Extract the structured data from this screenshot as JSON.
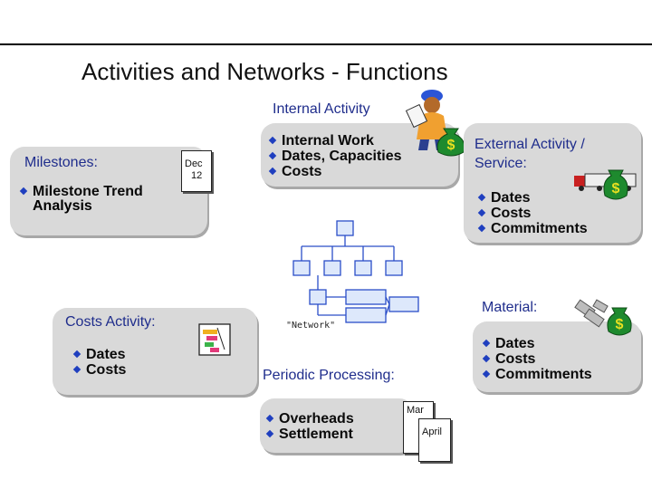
{
  "title": "Activities and Networks - Functions",
  "internal_activity": {
    "label": "Internal Activity",
    "items": [
      "Internal Work",
      "Dates, Capacities",
      "Costs"
    ]
  },
  "milestones": {
    "label": "Milestones:",
    "items": [
      "Milestone Trend",
      "Analysis"
    ],
    "calendar_month": "Dec",
    "calendar_day": "12"
  },
  "external_activity": {
    "label_line1": "External Activity /",
    "label_line2": "Service:",
    "items": [
      "Dates",
      "Costs",
      "Commitments"
    ]
  },
  "material": {
    "label": "Material:",
    "items": [
      "Dates",
      "Costs",
      "Commitments"
    ]
  },
  "costs_activity": {
    "label": "Costs Activity:",
    "items": [
      "Dates",
      "Costs"
    ]
  },
  "network": {
    "caption": "\"Network\""
  },
  "periodic_processing": {
    "label": "Periodic Processing:",
    "items": [
      "Overheads",
      "Settlement"
    ],
    "calendar_back": "Mar",
    "calendar_front": "April"
  },
  "icons": {
    "money_bag": "money-bag-icon",
    "truck": "truck-icon",
    "worker": "worker-icon",
    "pipes": "pipe-fittings-icon",
    "gantt": "gantt-chart-icon"
  },
  "colors": {
    "box_bg": "#d9d9d9",
    "label_blue": "#1f2d8c",
    "bullet": "#1f3fbf",
    "money_green": "#1e8a2e"
  }
}
